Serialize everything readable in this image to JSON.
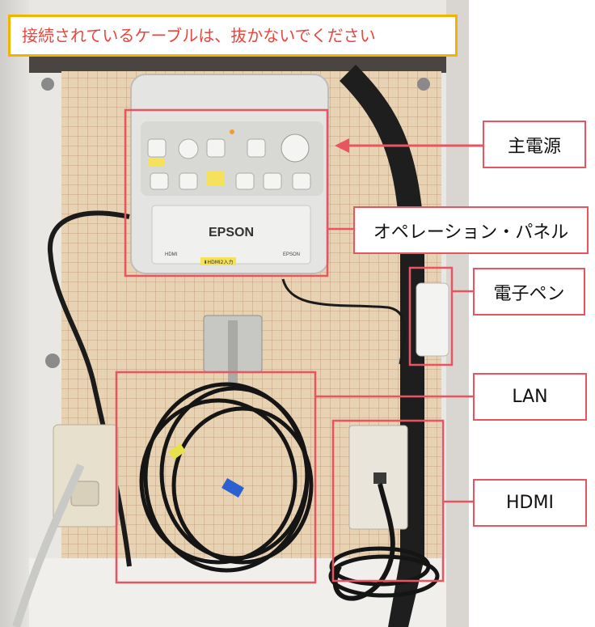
{
  "warning_text": "接続されているケーブルは、抜かないでください",
  "labels": {
    "main_power": "主電源",
    "operation_panel": "オペレーション・パネル",
    "electronic_pen": "電子ペン",
    "lan": "LAN",
    "hdmi": "HDMI"
  },
  "device": {
    "brand": "EPSON",
    "brand_small": "EPSON",
    "hdmi_logo": "HDMI",
    "hdmi_tag": "HDMI",
    "hdmi2_input": "⬇HDMI2入力"
  },
  "colors": {
    "annotation_red": "#e85560",
    "warning_border": "#f2b400",
    "warning_text": "#e8453c"
  }
}
